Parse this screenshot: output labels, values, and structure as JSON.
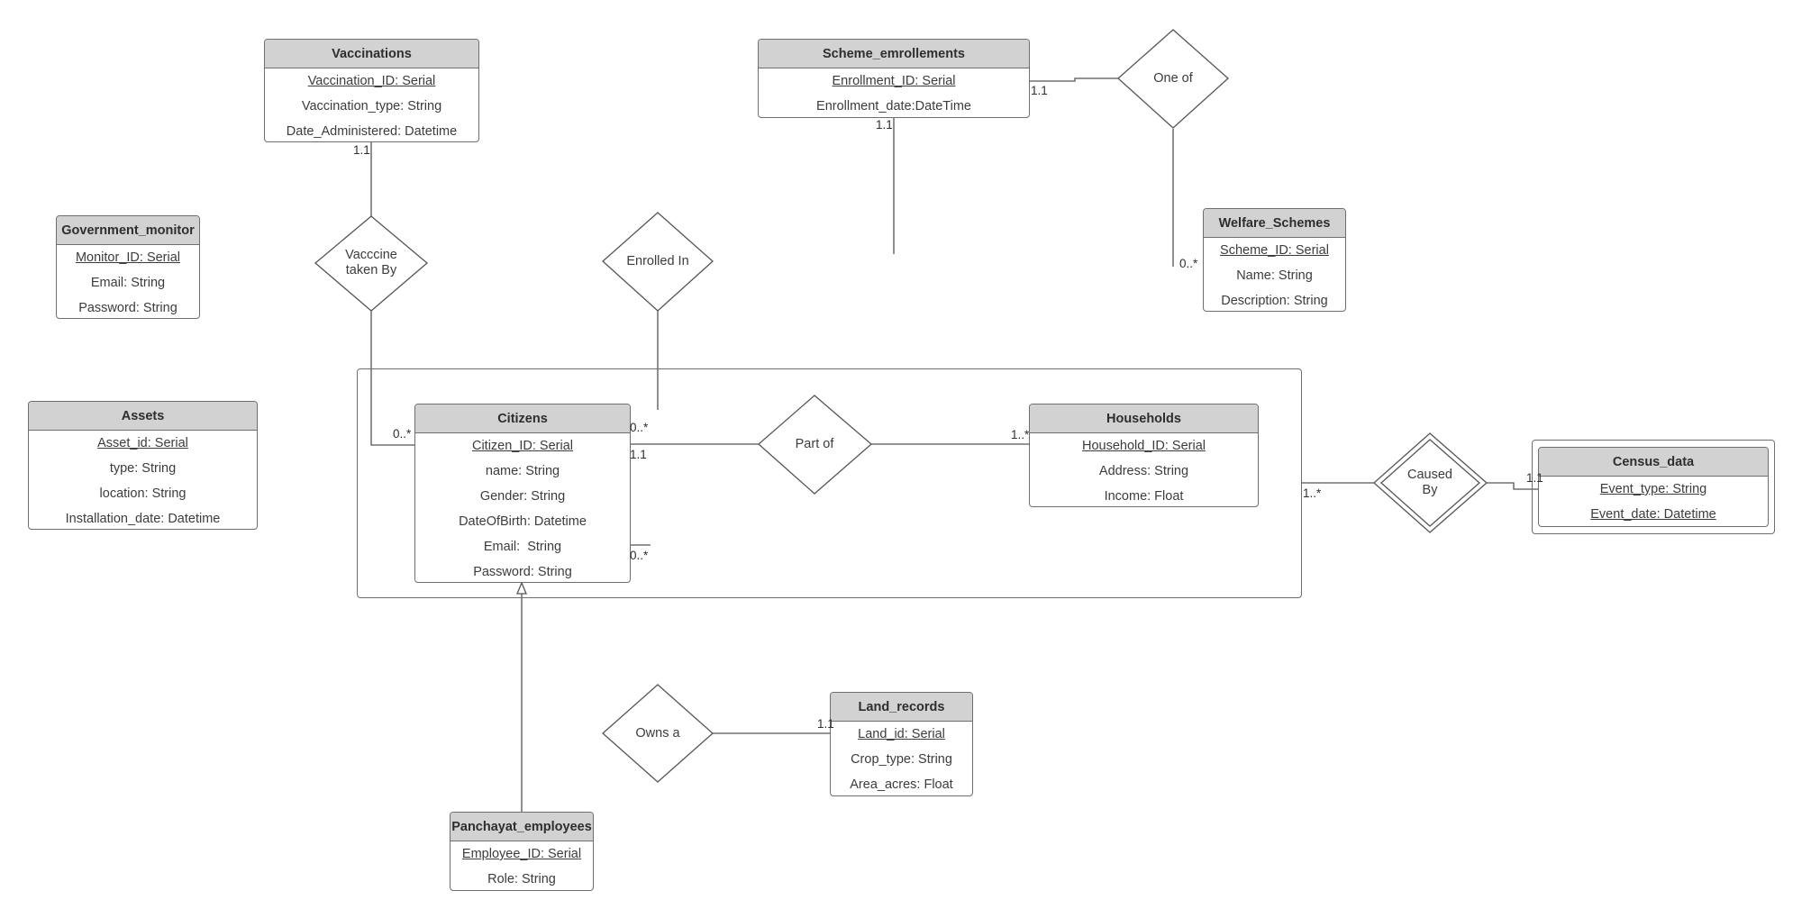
{
  "entities": {
    "vaccinations": {
      "name": "Vaccinations",
      "attrs": [
        "Vaccination_ID: Serial",
        "Vaccination_type: String",
        "Date_Administered: Datetime"
      ]
    },
    "scheme_enrollments": {
      "name": "Scheme_emrollements",
      "attrs": [
        "Enrollment_ID: Serial",
        "Enrollment_date:DateTime"
      ]
    },
    "government_monitor": {
      "name": "Government_monitor",
      "attrs": [
        "Monitor_ID: Serial",
        "Email: String",
        "Password: String"
      ]
    },
    "welfare_schemes": {
      "name": "Welfare_Schemes",
      "attrs": [
        "Scheme_ID: Serial",
        "Name: String",
        "Description: String"
      ]
    },
    "assets": {
      "name": "Assets",
      "attrs": [
        "Asset_id: Serial",
        "type: String",
        "location: String",
        "Installation_date: Datetime"
      ]
    },
    "citizens": {
      "name": "Citizens",
      "attrs": [
        "Citizen_ID: Serial",
        "name: String",
        "Gender: String",
        "DateOfBirth: Datetime",
        "Email:  String",
        "Password: String"
      ]
    },
    "households": {
      "name": "Households",
      "attrs": [
        "Household_ID: Serial",
        "Address: String",
        "Income: Float"
      ]
    },
    "census_data": {
      "name": "Census_data",
      "attrs": [
        "Event_type: String",
        "Event_date: Datetime"
      ]
    },
    "land_records": {
      "name": "Land_records",
      "attrs": [
        "Land_id: Serial",
        "Crop_type: String",
        "Area_acres: Float"
      ]
    },
    "panchayat_employees": {
      "name": "Panchayat_employees",
      "attrs": [
        "Employee_ID: Serial",
        "Role: String"
      ]
    }
  },
  "relationships": {
    "vaccine_taken_by": {
      "label_line1": "Vacccine",
      "label_line2": "taken By"
    },
    "enrolled_in": {
      "label": "Enrolled In"
    },
    "one_of": {
      "label": "One of"
    },
    "part_of": {
      "label": "Part of"
    },
    "caused_by": {
      "label_line1": "Caused",
      "label_line2": "By"
    },
    "owns_a": {
      "label": "Owns a"
    }
  },
  "cardinalities": {
    "vacc_bottom": "1.1",
    "enroll_right": "1.1",
    "enroll_bottom": "1.1",
    "welfare_left": "0..*",
    "citizens_left": "0..*",
    "citizens_top_right": "0..*",
    "citizens_right": "1.1",
    "households_left": "1..*",
    "aggregate_right": "1..*",
    "census_left": "1.1",
    "citizens_bottom_right": "0..*",
    "land_left": "1.1"
  },
  "colors": {
    "line": "#555555",
    "header_fill": "#d2d2d2",
    "border": "#6e6e6e"
  }
}
